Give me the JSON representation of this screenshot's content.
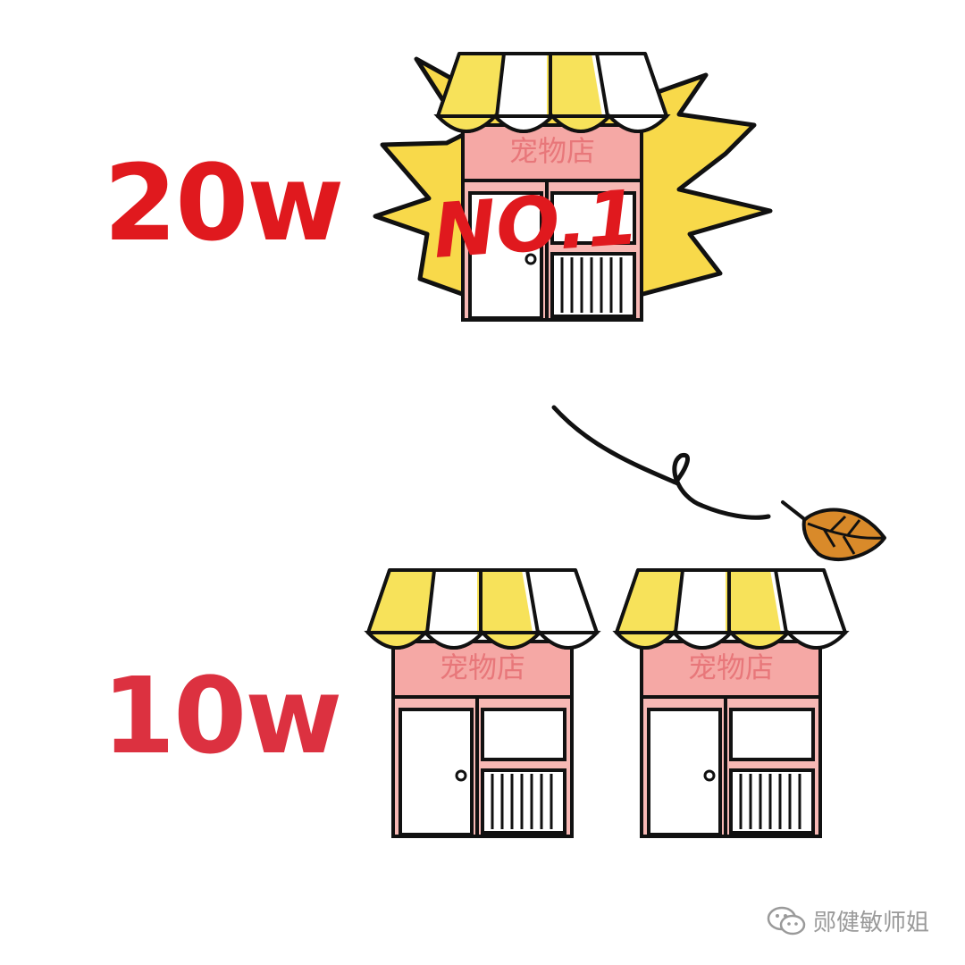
{
  "labels": {
    "top_value": "20w",
    "bottom_value": "10w"
  },
  "top_shop": {
    "sign": "宠物店",
    "badge": "NO.1"
  },
  "bottom_shops": [
    {
      "sign": "宠物店"
    },
    {
      "sign": "宠物店"
    }
  ],
  "watermark": {
    "text": "郧健敏师姐",
    "icon": "wechat-icon"
  },
  "colors": {
    "label_top": "#e0191e",
    "label_bottom": "#dc3140",
    "awning_yellow": "#f7e25a",
    "burst_yellow": "#f8d94a",
    "shop_pink": "#f7b8b4",
    "sign_pink": "#f5a8a5",
    "sign_text": "#e8777a",
    "badge_red": "#e0191e",
    "leaf_orange": "#d98a2a",
    "outline": "#111111"
  }
}
